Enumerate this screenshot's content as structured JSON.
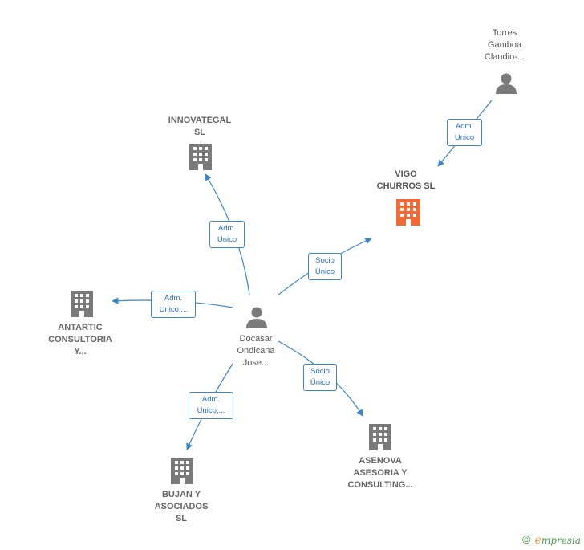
{
  "nodes": {
    "torres": {
      "lines": [
        "Torres",
        "Gamboa",
        "Claudio-..."
      ],
      "kind": "person"
    },
    "innovategal": {
      "lines": [
        "INNOVATEGAL",
        "SL"
      ],
      "kind": "company"
    },
    "vigo": {
      "lines": [
        "VIGO",
        "CHURROS  SL"
      ],
      "kind": "company-focus"
    },
    "antartic": {
      "lines": [
        "ANTARTIC",
        "CONSULTORIA",
        "Y..."
      ],
      "kind": "company"
    },
    "docasar": {
      "lines": [
        "Docasar",
        "Ondicana",
        "Jose..."
      ],
      "kind": "person"
    },
    "asenova": {
      "lines": [
        "ASENOVA",
        "ASESORIA Y",
        "CONSULTING..."
      ],
      "kind": "company"
    },
    "bujan": {
      "lines": [
        "BUJAN Y",
        "ASOCIADOS",
        "SL"
      ],
      "kind": "company"
    }
  },
  "edges": {
    "torres_vigo": {
      "lines": [
        "Adm.",
        "Unico"
      ]
    },
    "docasar_innovategal": {
      "lines": [
        "Adm.",
        "Unico"
      ]
    },
    "docasar_vigo": {
      "lines": [
        "Socio",
        "Único"
      ]
    },
    "docasar_antartic": {
      "lines": [
        "Adm.",
        "Unico,..."
      ]
    },
    "docasar_asenova": {
      "lines": [
        "Socio",
        "Único"
      ]
    },
    "docasar_bujan": {
      "lines": [
        "Adm.",
        "Unico,..."
      ]
    }
  },
  "colors": {
    "edge": "#3d85c6",
    "company_icon": "#7a7a7a",
    "focus_icon": "#f06a35",
    "person_icon": "#7a7a7a"
  },
  "brand": {
    "copyright": "©",
    "initial": "e",
    "name": "mpresia"
  }
}
